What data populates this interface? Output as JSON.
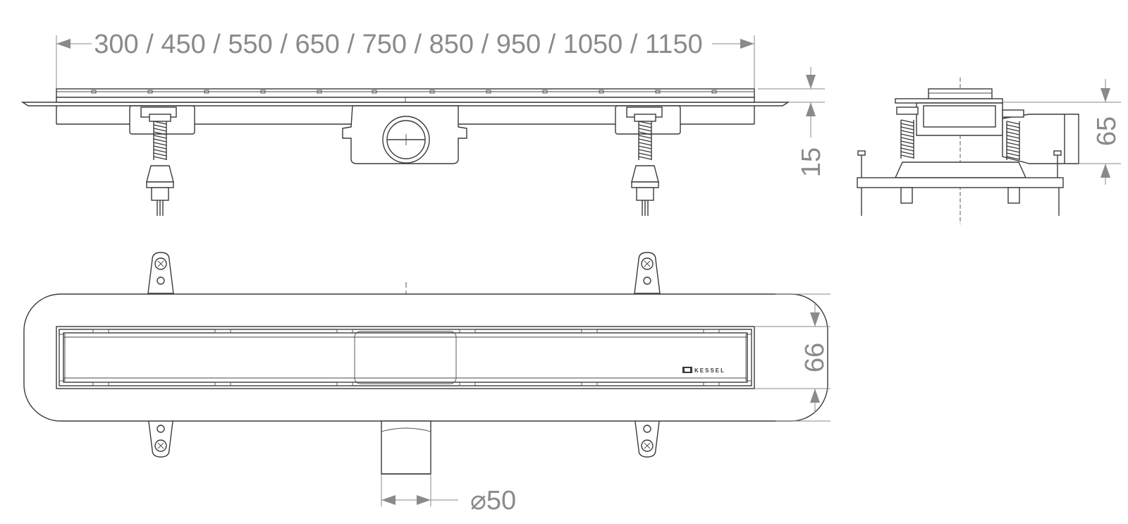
{
  "dimensions": {
    "lengths": "300 / 450 / 550 / 650 / 750 / 850 / 950 / 1050 / 1150",
    "height_min": "15",
    "height_side": "65",
    "width": "66",
    "outlet_diameter": "⌀50"
  },
  "brand": {
    "logo_text": "KESSEL"
  }
}
